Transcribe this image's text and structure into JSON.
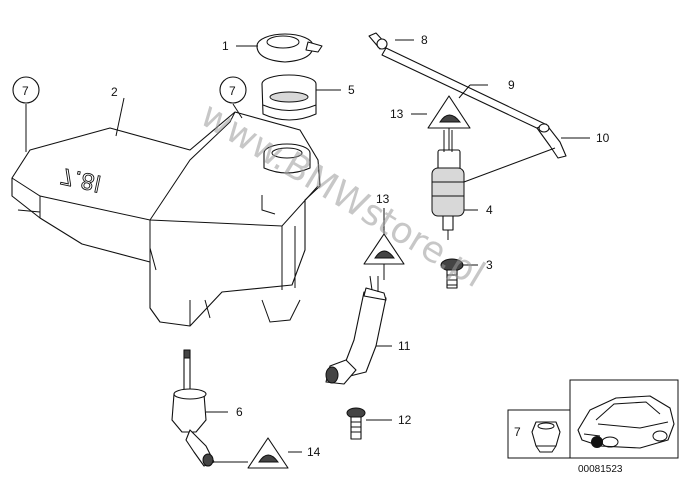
{
  "callouts": {
    "n1": "1",
    "n2": "2",
    "n3": "3",
    "n4": "4",
    "n5": "5",
    "n6": "6",
    "n7": "7",
    "n8": "8",
    "n9": "9",
    "n10": "10",
    "n11": "11",
    "n12": "12",
    "n13": "13",
    "n14": "14"
  },
  "circled_refs": {
    "a": "7",
    "b": "7"
  },
  "tank_embossing": "7.8l",
  "watermark": "www.BMWstore.pl",
  "inset": {
    "label": "7",
    "diagram_code": "00081523"
  }
}
